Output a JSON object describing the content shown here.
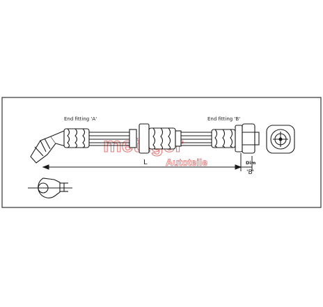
{
  "labels": {
    "end_fitting_a": "End fitting 'A'",
    "end_fitting_b": "End fitting 'B'",
    "length": "L",
    "dim": "Dim",
    "dim_b": "'B'"
  },
  "watermark": {
    "brand": "metzger",
    "sub": "Autoteile",
    "color": "#e04a4a"
  },
  "colors": {
    "line": "#1a1a1a",
    "frame": "#333333"
  }
}
